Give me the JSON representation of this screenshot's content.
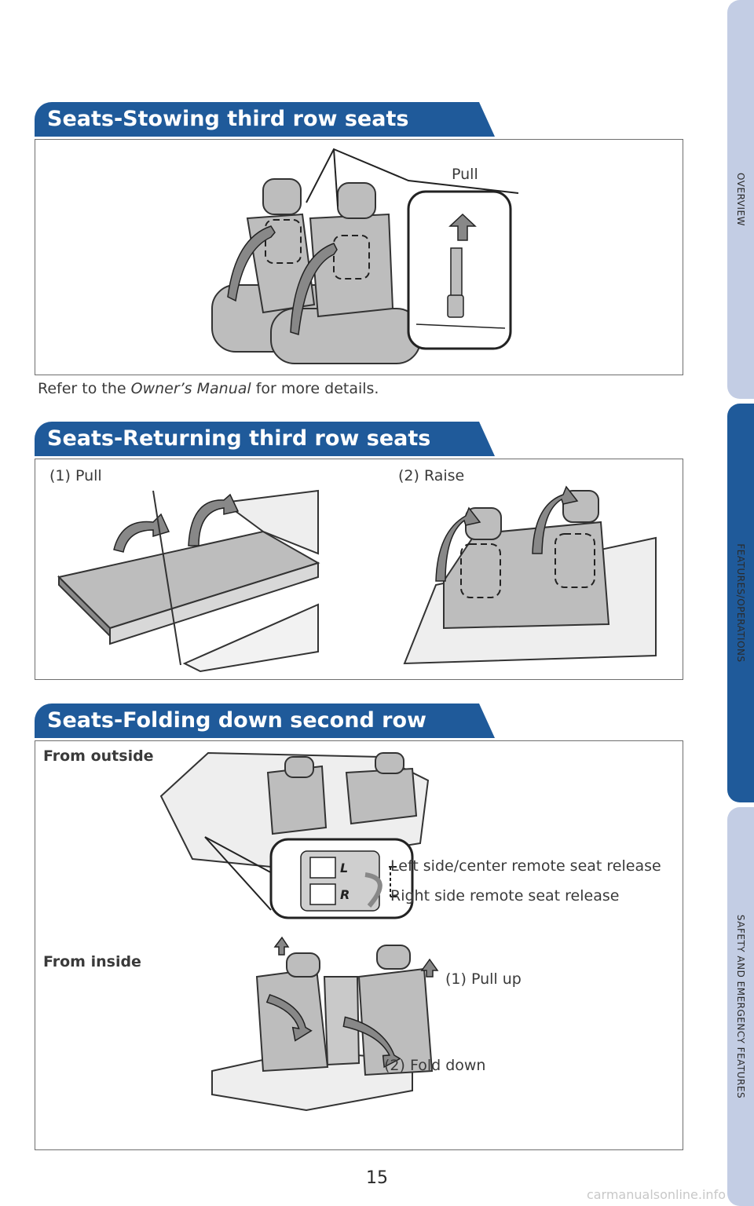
{
  "sections": {
    "stowing": {
      "title": "Seats-Stowing third row seats",
      "pull_label": "Pull",
      "note_prefix": "Refer to the ",
      "note_italic": "Owner’s Manual",
      "note_suffix": " for more details."
    },
    "returning": {
      "title": "Seats-Returning third row seats",
      "step1": "(1) Pull",
      "step2": "(2) Raise"
    },
    "folding": {
      "title": "Seats-Folding down second row seats",
      "from_outside": "From outside",
      "left_release": "Left side/center remote seat release",
      "right_release": "Right side remote seat release",
      "from_inside": "From inside",
      "pull_up": "(1) Pull up",
      "fold_down": "(2) Fold down"
    }
  },
  "side_tabs": [
    {
      "label": "OVERVIEW",
      "active": false
    },
    {
      "label": "FEATURES/OPERATIONS",
      "active": true
    },
    {
      "label": "SAFETY AND EMERGENCY FEATURES",
      "active": false
    }
  ],
  "colors": {
    "header_blue": "#1f5a9a",
    "tab_inactive": "#c3cde4",
    "tab_active": "#1f5a9a"
  },
  "page_number": "15",
  "watermark": "carmanualsonline.info"
}
